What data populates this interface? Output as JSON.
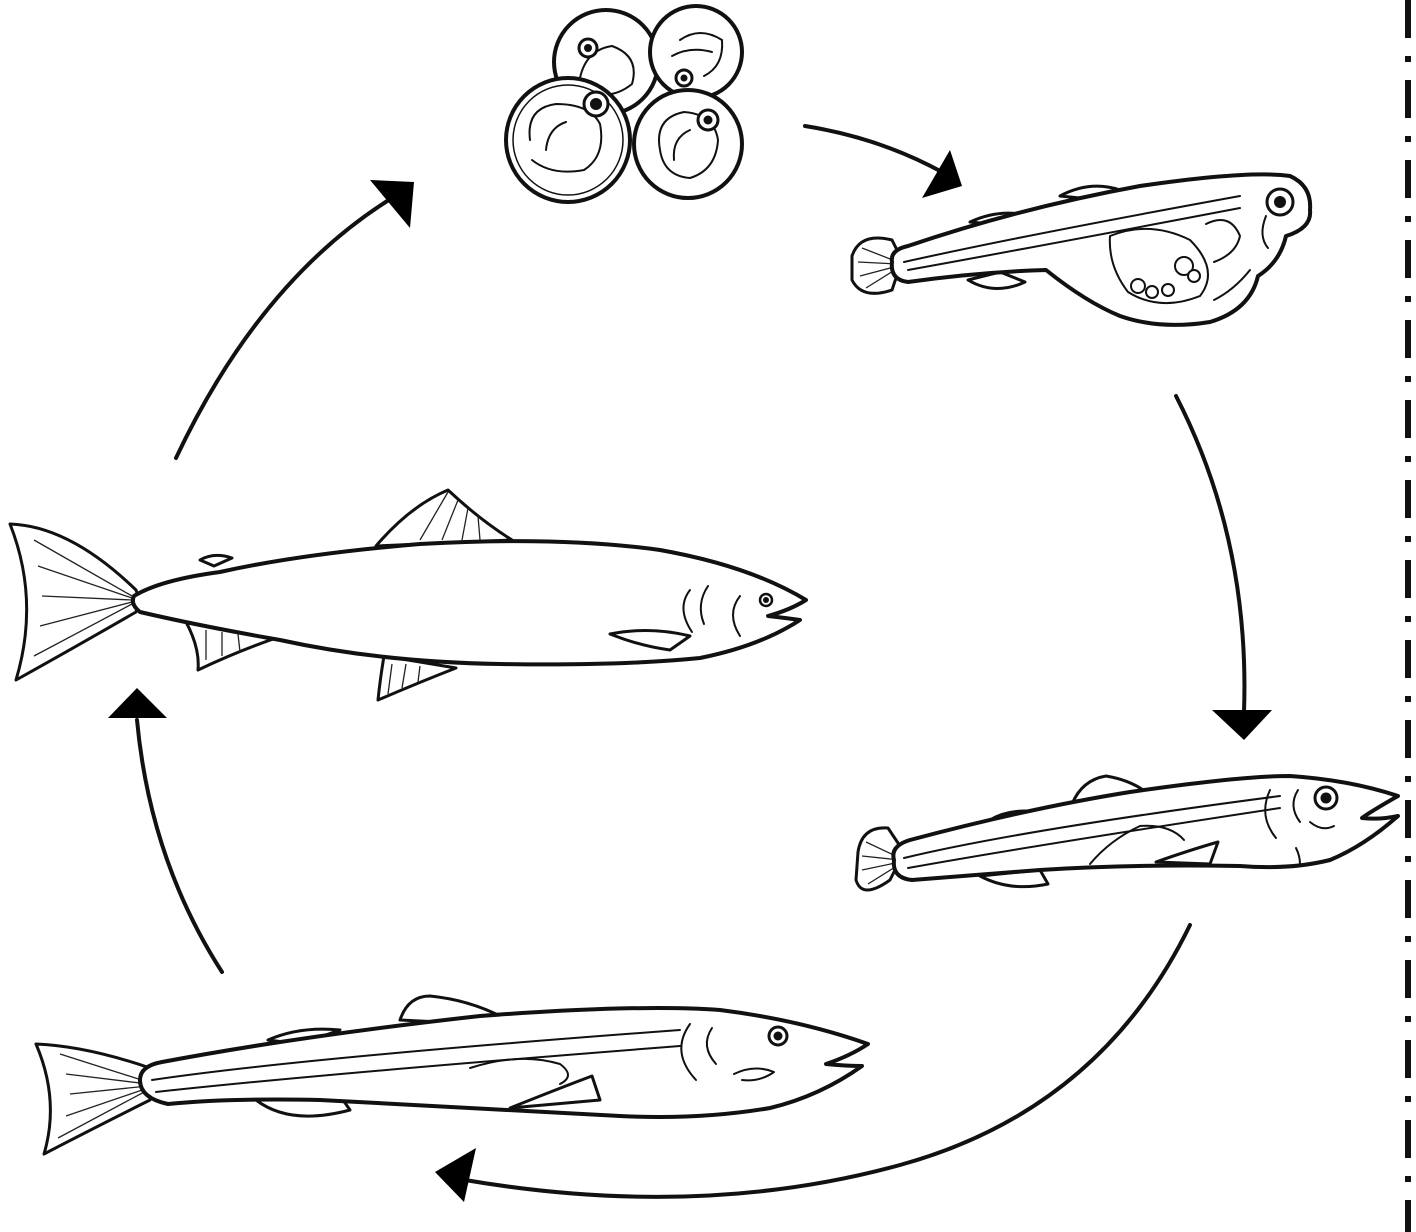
{
  "diagram": {
    "stages": [
      {
        "id": "eggs",
        "icon": "fish-eggs-icon"
      },
      {
        "id": "alevin",
        "icon": "alevin-icon"
      },
      {
        "id": "fry",
        "icon": "fry-icon"
      },
      {
        "id": "parr",
        "icon": "parr-icon"
      },
      {
        "id": "adult",
        "icon": "adult-fish-icon"
      }
    ],
    "cycle_order": [
      "eggs",
      "alevin",
      "fry",
      "parr",
      "adult",
      "eggs"
    ],
    "colors": {
      "ink": "#111111",
      "background": "#ffffff",
      "tint": "#eaf6fb"
    }
  }
}
